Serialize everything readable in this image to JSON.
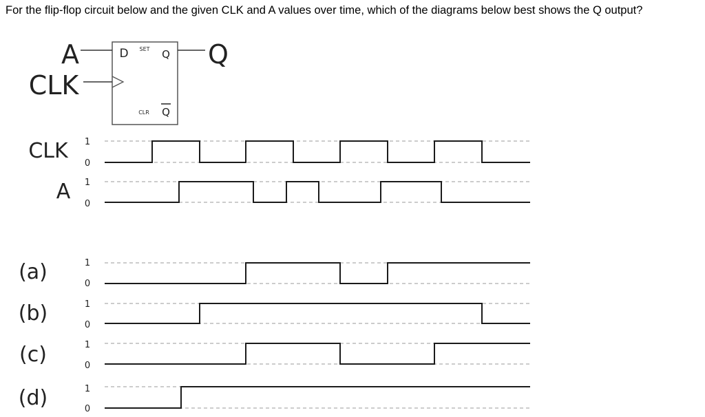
{
  "question": "For the flip-flop circuit below and the given CLK and A values over time, which of the diagrams below best shows the Q output?",
  "flipflop": {
    "input_d_label": "A",
    "input_clk_label": "CLK",
    "output_label": "Q",
    "pin_d": "D",
    "pin_set": "SET",
    "pin_q": "Q",
    "pin_clr": "CLR",
    "pin_qbar": "Q"
  },
  "timing": {
    "level_high": "1",
    "level_low": "0",
    "inputs": [
      {
        "label": "CLK",
        "transitions": [
          221,
          290,
          357,
          426,
          494,
          563,
          631,
          700
        ],
        "start": 0
      },
      {
        "label": "A",
        "transitions": [
          260,
          368,
          416,
          463,
          553,
          641
        ],
        "start": 0
      }
    ],
    "options": [
      {
        "label": "(a)",
        "transitions": [
          357,
          494,
          563
        ],
        "start": 0
      },
      {
        "label": "(b)",
        "transitions": [
          290,
          700
        ],
        "start": 0
      },
      {
        "label": "(c)",
        "transitions": [
          357,
          494,
          631
        ],
        "start": 0
      },
      {
        "label": "(d)",
        "transitions": [
          263
        ],
        "start": 0
      }
    ]
  }
}
